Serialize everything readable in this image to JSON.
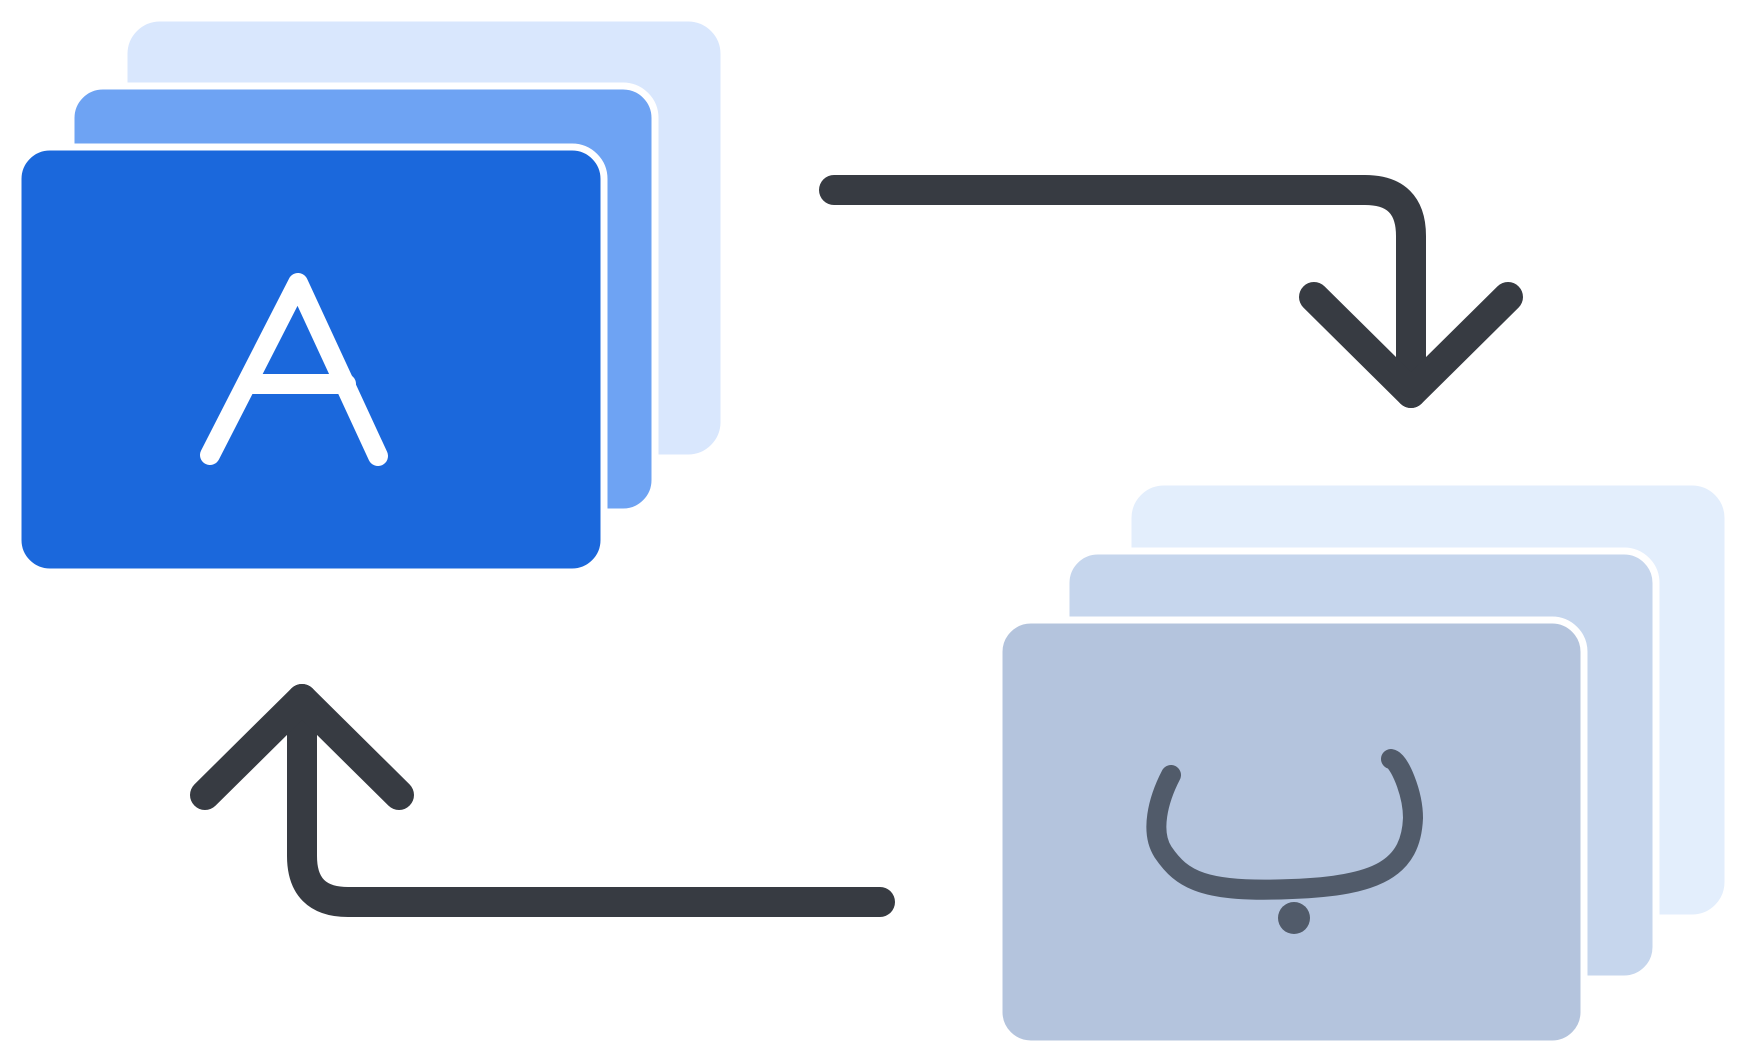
{
  "colors": {
    "background": "#ffffff",
    "gap_outline": "#ffffff",
    "arrow": "#373b42",
    "latin_stack": [
      "#d9e7fd",
      "#6ea3f3",
      "#1b68dc"
    ],
    "latin_letter": "#ffffff",
    "arabic_stack": [
      "#e3eefc",
      "#c6d6ed",
      "#b4c4dd"
    ],
    "arabic_letter": "#515b6a"
  },
  "stacks": [
    {
      "name": "latin",
      "icon": "letter-a-icon",
      "layers": 3
    },
    {
      "name": "arabic",
      "icon": "arabic-letter-ba-icon",
      "layers": 3
    }
  ],
  "arrows": [
    {
      "name": "to-arabic",
      "icon": "arrow-down-icon"
    },
    {
      "name": "to-latin",
      "icon": "arrow-up-icon"
    }
  ]
}
